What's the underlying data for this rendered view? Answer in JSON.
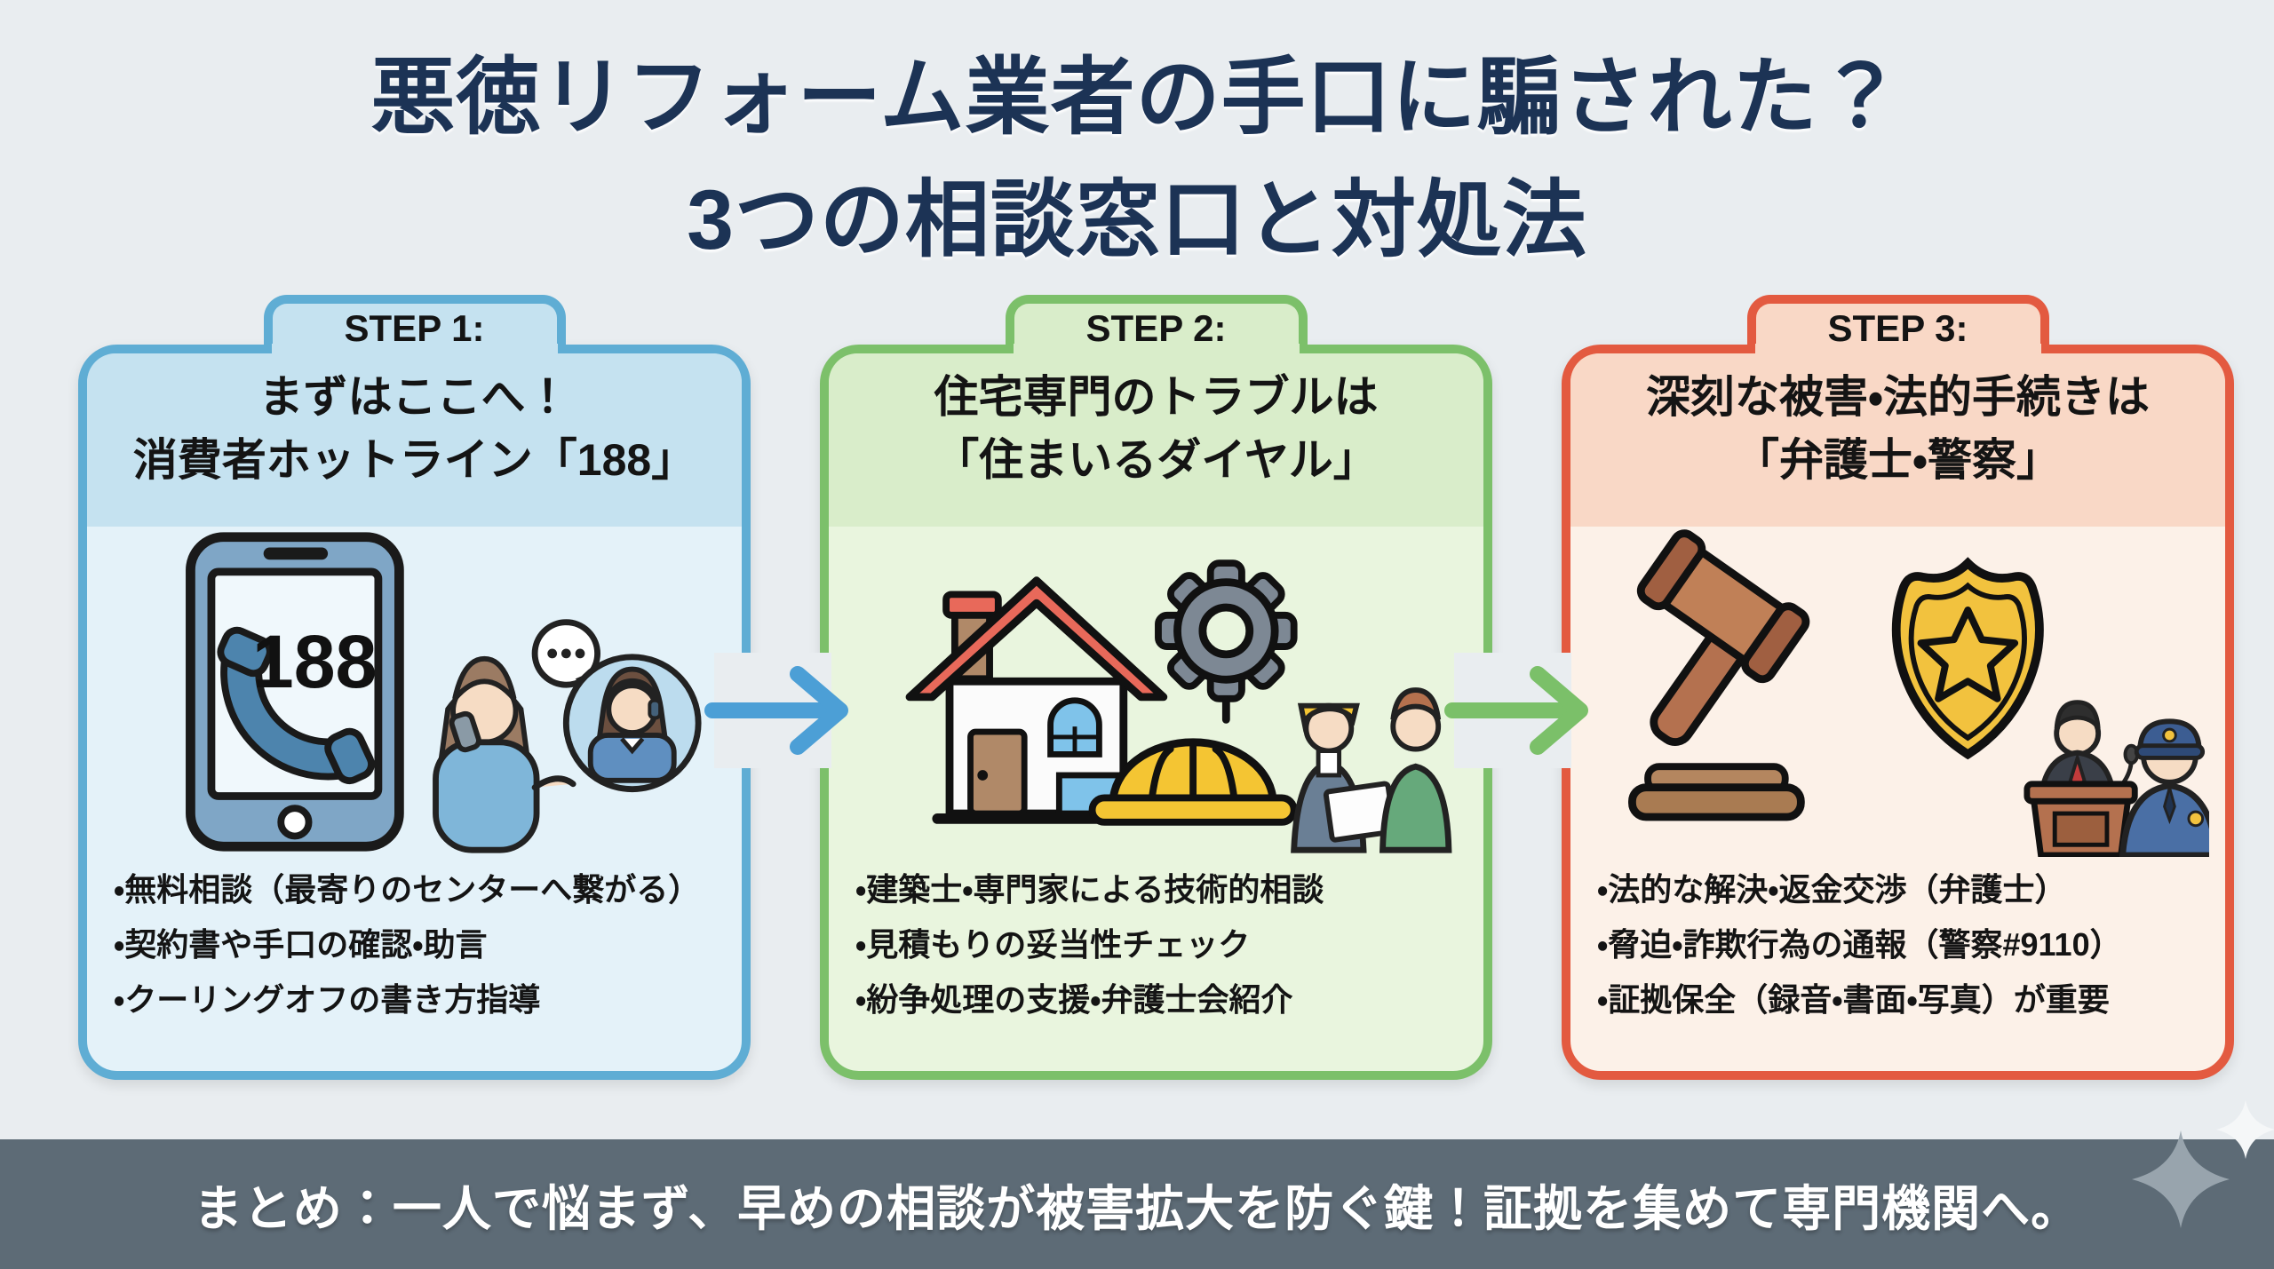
{
  "background_color": "#e9edf0",
  "title": {
    "line1": "悪徳リフォーム業者の手口に騙された？",
    "line2": "3つの相談窓口と対処法",
    "color": "#1c3355"
  },
  "steps": [
    {
      "label": "STEP 1:",
      "heading_line1": "まずはここへ！",
      "heading_line2": "消費者ホットライン「188」",
      "phone_number": "188",
      "bullets": [
        "・無料相談（最寄りのセンターへ繋がる）",
        "・契約書や手口の確認・助言",
        "・クーリングオフの書き方指導"
      ],
      "accent_color": "#5fadd4",
      "header_bg": "#c5e2f0",
      "body_bg": "#e4f2f9",
      "icon": "phone-hotline-188-illustration"
    },
    {
      "label": "STEP 2:",
      "heading_line1": "住宅専門のトラブルは",
      "heading_line2": "「住まいるダイヤル」",
      "bullets": [
        "・建築士・専門家による技術的相談",
        "・見積もりの妥当性チェック",
        "・紛争処理の支援・弁護士会紹介"
      ],
      "accent_color": "#7cc06a",
      "header_bg": "#d9edca",
      "body_bg": "#e9f5de",
      "icon": "house-gear-helmet-consultation-illustration"
    },
    {
      "label": "STEP 3:",
      "heading_line1": "深刻な被害・法的手続きは",
      "heading_line2": "「弁護士・警察」",
      "bullets": [
        "・法的な解決・返金交渉（弁護士）",
        "・脅迫・詐欺行為の通報（警察#9110）",
        "・証拠保全（録音・書面・写真）が重要"
      ],
      "accent_color": "#e35a40",
      "header_bg": "#f9d8c6",
      "body_bg": "#fcf1e8",
      "icon": "gavel-badge-lawyer-police-illustration"
    }
  ],
  "arrows": [
    {
      "name": "step1-to-step2-arrow",
      "color": "#4c9fd6"
    },
    {
      "name": "step2-to-step3-arrow",
      "color": "#7bc069"
    }
  ],
  "summary": {
    "text": "まとめ：一人で悩まず、早めの相談が被害拡大を防ぐ鍵！証拠を集めて専門機関へ。",
    "bg": "#5d6b76",
    "text_color": "#ffffff"
  }
}
